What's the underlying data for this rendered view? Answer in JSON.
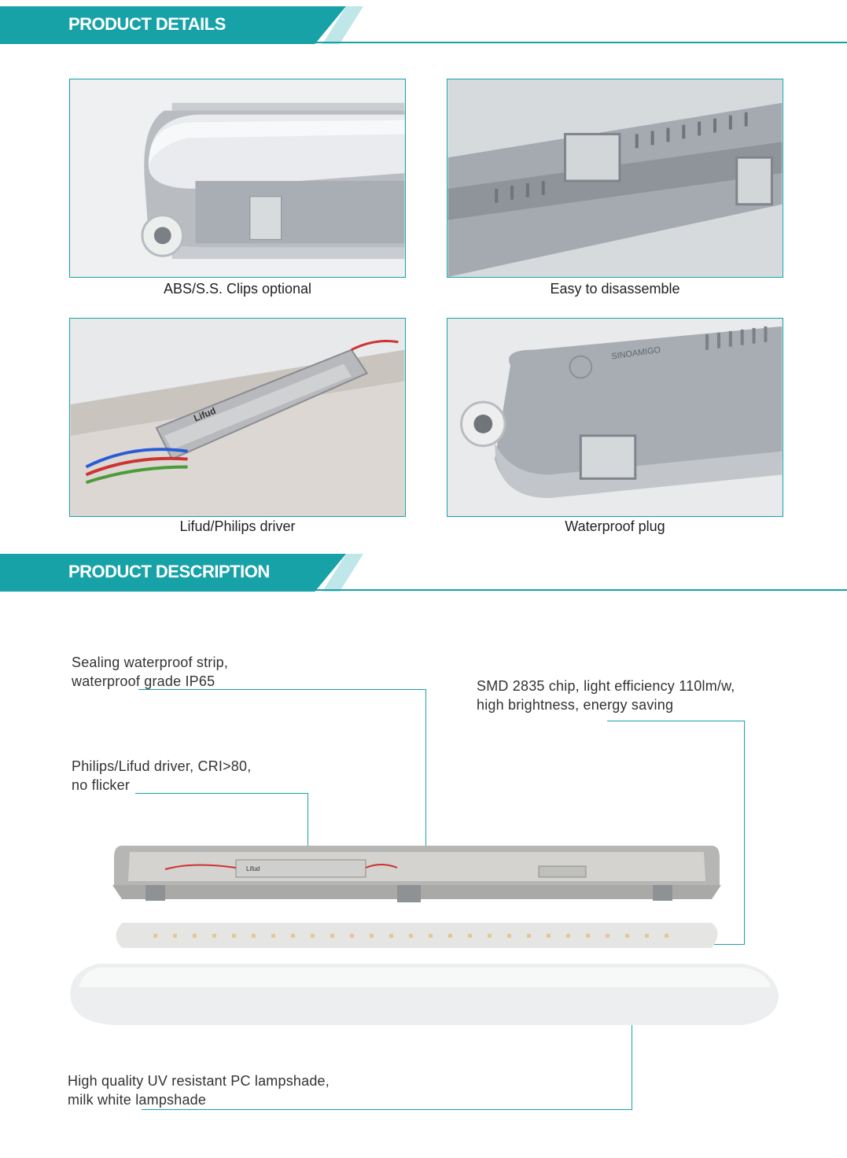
{
  "sections": {
    "details_title": "PRODUCT DETAILS",
    "description_title": "PRODUCT DESCRIPTION"
  },
  "details": [
    {
      "caption": "ABS/S.S. Clips optional",
      "icon": "clip-end-cap-photo"
    },
    {
      "caption": "Easy to disassemble",
      "icon": "mounting-rail-photo"
    },
    {
      "caption": "Lifud/Philips driver",
      "icon": "led-driver-photo"
    },
    {
      "caption": "Waterproof plug",
      "icon": "waterproof-plug-photo"
    }
  ],
  "description": {
    "sealing": [
      "Sealing waterproof strip,",
      "waterproof grade IP65"
    ],
    "smd": [
      "SMD 2835 chip, light efficiency 110lm/w,",
      "high brightness, energy saving"
    ],
    "driver": [
      "Philips/Lifud driver, CRI>80,",
      "no flicker"
    ],
    "lampshade": [
      "High quality UV resistant PC lampshade,",
      "milk white lampshade"
    ]
  },
  "labels": {
    "brand_mark": "SINOAMIGO",
    "driver_brand": "Lifud"
  },
  "colors": {
    "accent": "#17a2a8",
    "accent_light": "#bfe6e8"
  }
}
